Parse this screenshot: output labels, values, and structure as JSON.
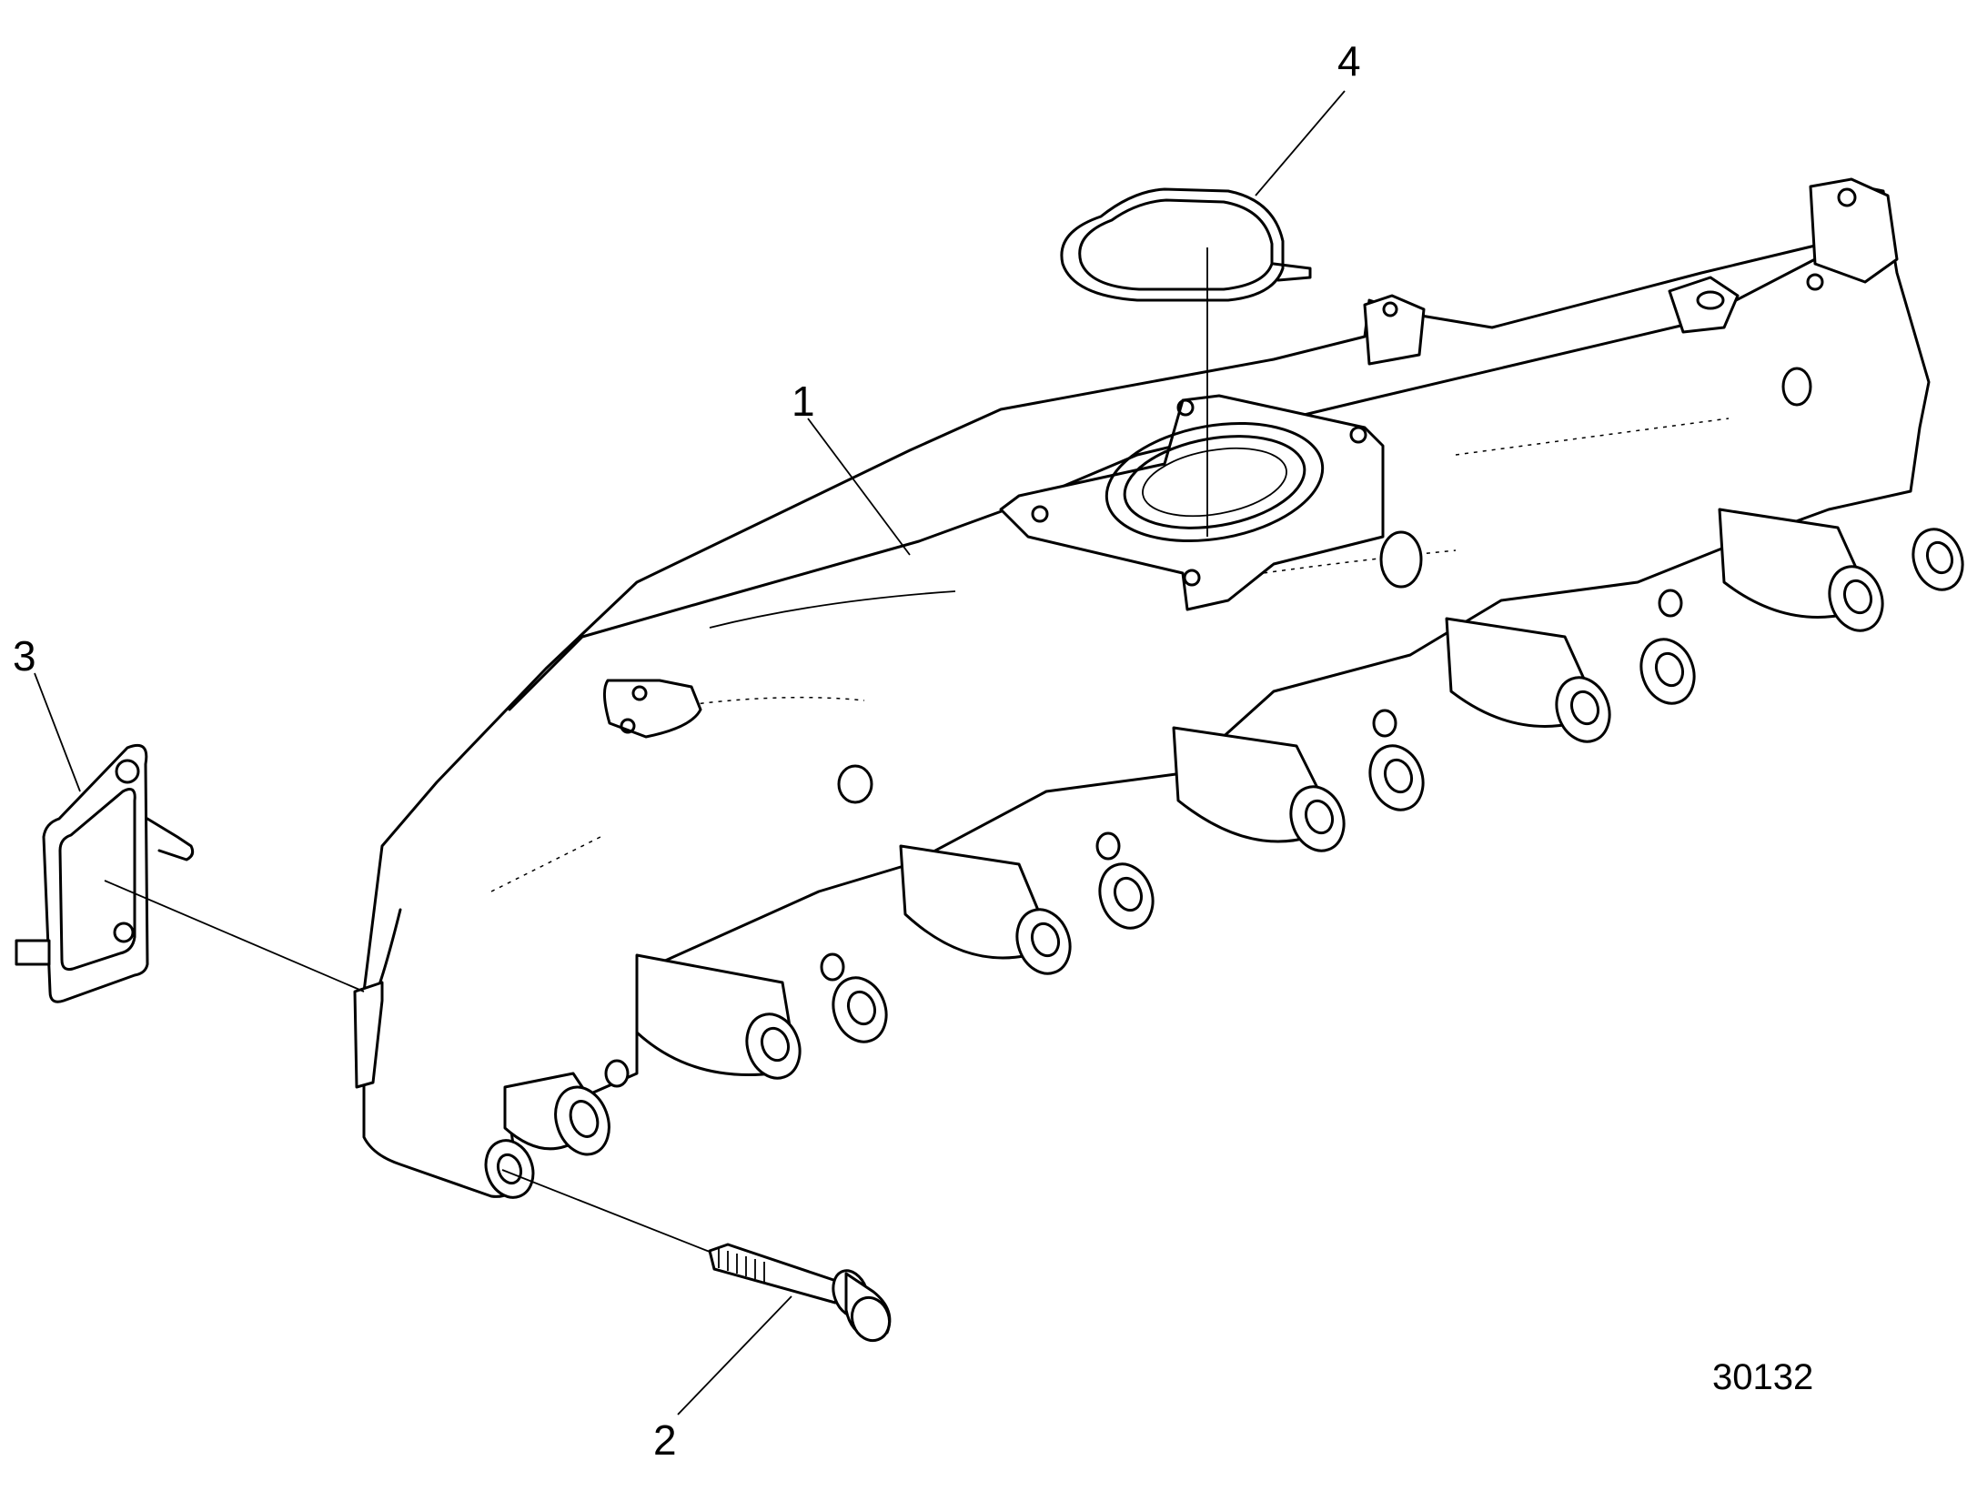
{
  "figure_id": "30132",
  "callouts": [
    "1",
    "2",
    "3",
    "4"
  ],
  "parts": [
    {
      "ref": "1",
      "name": "exhaust-manifold"
    },
    {
      "ref": "2",
      "name": "bolt"
    },
    {
      "ref": "3",
      "name": "manifold-port-gasket"
    },
    {
      "ref": "4",
      "name": "outlet-flange-gasket"
    }
  ],
  "colors": {
    "line": "#000000",
    "background": "#ffffff"
  }
}
